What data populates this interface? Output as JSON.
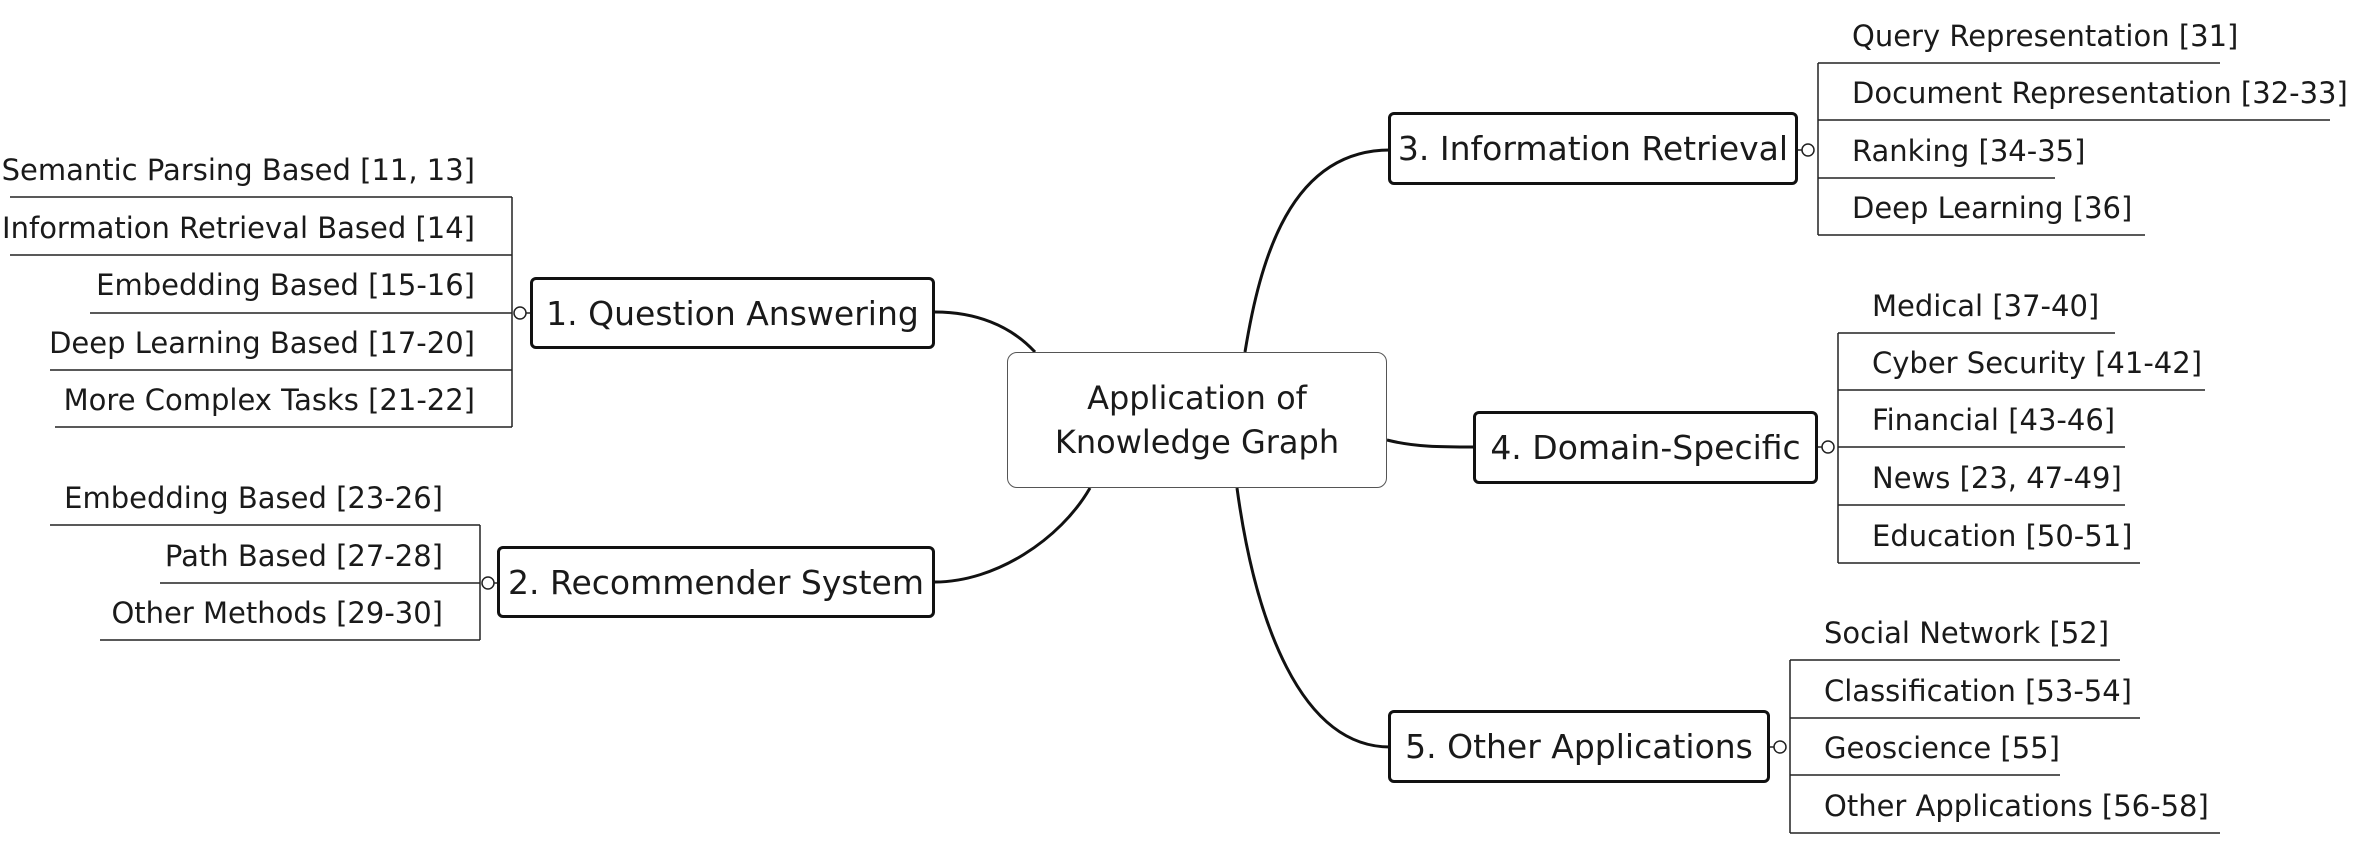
{
  "center": {
    "line1": "Application of",
    "line2": "Knowledge Graph"
  },
  "branches": [
    {
      "label": "1. Question Answering",
      "children": [
        "Semantic Parsing Based [11, 13]",
        "Information Retrieval Based [14]",
        "Embedding Based [15-16]",
        "Deep Learning Based [17-20]",
        "More Complex Tasks [21-22]"
      ]
    },
    {
      "label": "2. Recommender System",
      "children": [
        "Embedding Based [23-26]",
        "Path Based [27-28]",
        "Other Methods [29-30]"
      ]
    },
    {
      "label": "3. Information Retrieval",
      "children": [
        "Query Representation [31]",
        "Document Representation [32-33]",
        "Ranking [34-35]",
        "Deep Learning [36]"
      ]
    },
    {
      "label": "4. Domain-Specific",
      "children": [
        "Medical [37-40]",
        "Cyber Security [41-42]",
        "Financial [43-46]",
        "News [23, 47-49]",
        "Education [50-51]"
      ]
    },
    {
      "label": "5. Other Applications",
      "children": [
        "Social Network [52]",
        "Classification [53-54]",
        "Geoscience [55]",
        "Other Applications [56-58]"
      ]
    }
  ]
}
